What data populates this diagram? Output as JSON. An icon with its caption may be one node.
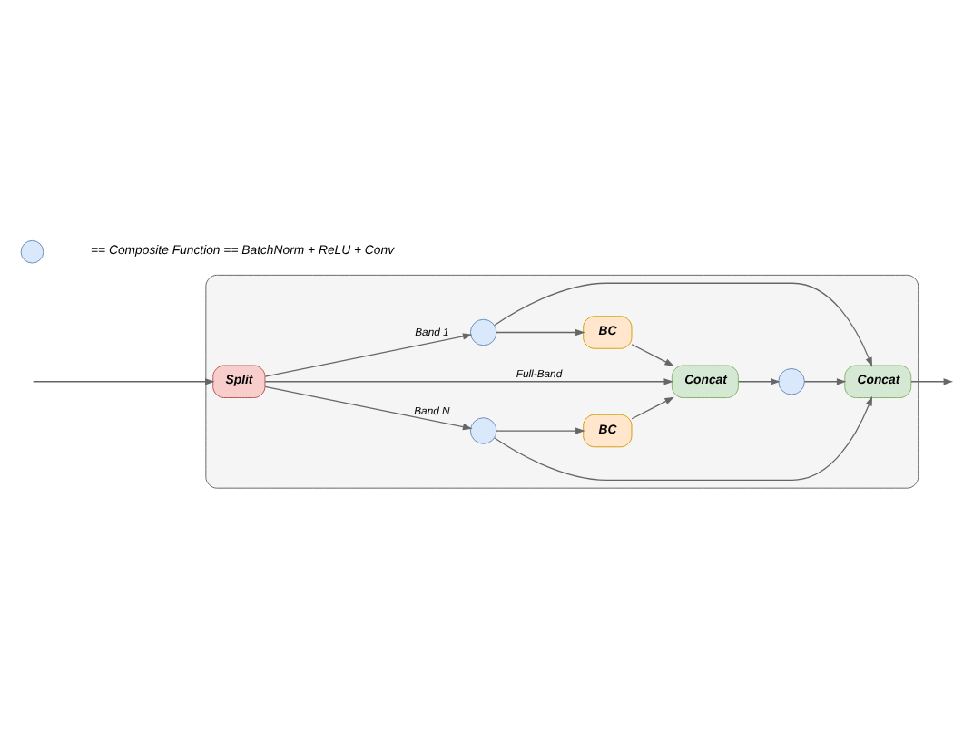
{
  "diagram": {
    "nodes": [
      {
        "text": [],
        "shape": "box"
      },
      {
        "text": [
          "Split"
        ],
        "in": 0
      },
      {
        "text": [],
        "shape": "circle",
        "in": 0
      },
      {
        "text": [
          "BC"
        ],
        "in": 0
      },
      {
        "text": [
          "Concat"
        ],
        "in": 0
      },
      {
        "text": [],
        "shape": "circle",
        "in": 0
      },
      {
        "text": [
          "Concat"
        ],
        "in": 0
      },
      {
        "text": [
          "BC"
        ],
        "in": 0
      },
      {
        "text": [],
        "shape": "circle",
        "in": 0
      }
    ],
    "edges": [
      {
        "from": null,
        "to": 1,
        "arrow": "to"
      },
      {
        "from": 1,
        "to": 2,
        "arrow": "to",
        "label": "Band 1"
      },
      {
        "from": 1,
        "to": 4,
        "arrow": "to",
        "label": "Full-Band"
      },
      {
        "from": 1,
        "to": 8,
        "arrow": "to",
        "label": "Band N"
      },
      {
        "from": 2,
        "to": 3,
        "arrow": "to"
      },
      {
        "from": 3,
        "to": 4,
        "arrow": "to"
      },
      {
        "from": 2,
        "to": 6,
        "arrow": "to"
      },
      {
        "from": 4,
        "to": 5,
        "arrow": "to"
      },
      {
        "from": 5,
        "to": 6,
        "arrow": "to"
      },
      {
        "from": 8,
        "to": 7,
        "arrow": "to"
      },
      {
        "from": 7,
        "to": 4,
        "arrow": "to"
      },
      {
        "from": 8,
        "to": 6,
        "arrow": "to"
      },
      {
        "from": 6,
        "to": null,
        "arrow": "to"
      }
    ],
    "legend": [
      {
        "text": "== Composite Function == BatchNorm + ReLU + Conv"
      }
    ]
  }
}
